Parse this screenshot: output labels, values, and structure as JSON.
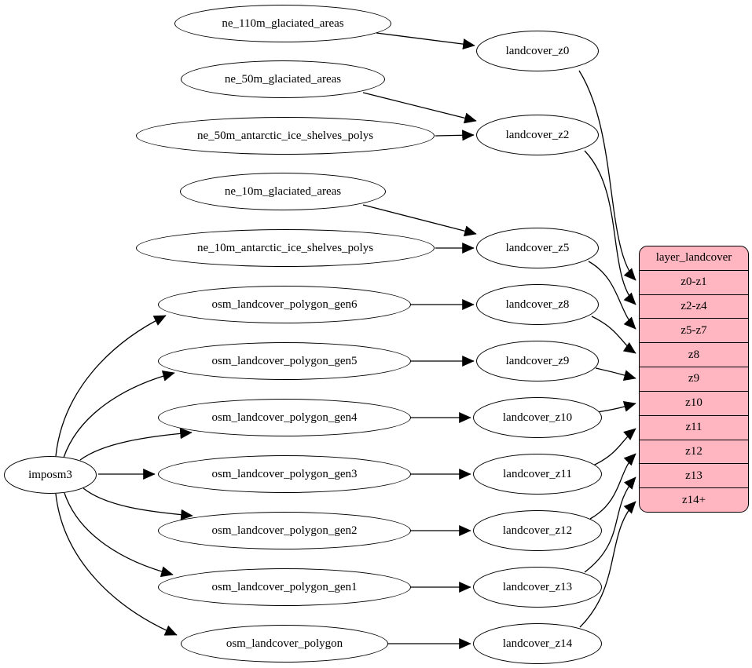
{
  "diagram": {
    "kind": "etl-mapping-graph",
    "colors": {
      "table_fill": "#ffb6c1",
      "node_fill": "#ffffff",
      "stroke": "#000000",
      "background": "#ffffff"
    },
    "importer": "imposm3",
    "sources": [
      "ne_110m_glaciated_areas",
      "ne_50m_glaciated_areas",
      "ne_50m_antarctic_ice_shelves_polys",
      "ne_10m_glaciated_areas",
      "ne_10m_antarctic_ice_shelves_polys",
      "osm_landcover_polygon_gen6",
      "osm_landcover_polygon_gen5",
      "osm_landcover_polygon_gen4",
      "osm_landcover_polygon_gen3",
      "osm_landcover_polygon_gen2",
      "osm_landcover_polygon_gen1",
      "osm_landcover_polygon"
    ],
    "intermediates": [
      "landcover_z0",
      "landcover_z2",
      "landcover_z5",
      "landcover_z8",
      "landcover_z9",
      "landcover_z10",
      "landcover_z11",
      "landcover_z12",
      "landcover_z13",
      "landcover_z14"
    ],
    "layer_table": {
      "title": "layer_landcover",
      "rows": [
        "z0-z1",
        "z2-z4",
        "z5-z7",
        "z8",
        "z9",
        "z10",
        "z11",
        "z12",
        "z13",
        "z14+"
      ]
    },
    "edges": [
      {
        "from": "imposm3",
        "to": "osm_landcover_polygon_gen6"
      },
      {
        "from": "imposm3",
        "to": "osm_landcover_polygon_gen5"
      },
      {
        "from": "imposm3",
        "to": "osm_landcover_polygon_gen4"
      },
      {
        "from": "imposm3",
        "to": "osm_landcover_polygon_gen3"
      },
      {
        "from": "imposm3",
        "to": "osm_landcover_polygon_gen2"
      },
      {
        "from": "imposm3",
        "to": "osm_landcover_polygon_gen1"
      },
      {
        "from": "imposm3",
        "to": "osm_landcover_polygon"
      },
      {
        "from": "ne_110m_glaciated_areas",
        "to": "landcover_z0"
      },
      {
        "from": "ne_50m_glaciated_areas",
        "to": "landcover_z2"
      },
      {
        "from": "ne_50m_antarctic_ice_shelves_polys",
        "to": "landcover_z2"
      },
      {
        "from": "ne_10m_glaciated_areas",
        "to": "landcover_z5"
      },
      {
        "from": "ne_10m_antarctic_ice_shelves_polys",
        "to": "landcover_z5"
      },
      {
        "from": "osm_landcover_polygon_gen6",
        "to": "landcover_z8"
      },
      {
        "from": "osm_landcover_polygon_gen5",
        "to": "landcover_z9"
      },
      {
        "from": "osm_landcover_polygon_gen4",
        "to": "landcover_z10"
      },
      {
        "from": "osm_landcover_polygon_gen3",
        "to": "landcover_z11"
      },
      {
        "from": "osm_landcover_polygon_gen2",
        "to": "landcover_z12"
      },
      {
        "from": "osm_landcover_polygon_gen1",
        "to": "landcover_z13"
      },
      {
        "from": "osm_landcover_polygon",
        "to": "landcover_z14"
      },
      {
        "from": "landcover_z0",
        "to": "layer_landcover.z0-z1"
      },
      {
        "from": "landcover_z2",
        "to": "layer_landcover.z2-z4"
      },
      {
        "from": "landcover_z5",
        "to": "layer_landcover.z5-z7"
      },
      {
        "from": "landcover_z8",
        "to": "layer_landcover.z8"
      },
      {
        "from": "landcover_z9",
        "to": "layer_landcover.z9"
      },
      {
        "from": "landcover_z10",
        "to": "layer_landcover.z10"
      },
      {
        "from": "landcover_z11",
        "to": "layer_landcover.z11"
      },
      {
        "from": "landcover_z12",
        "to": "layer_landcover.z12"
      },
      {
        "from": "landcover_z13",
        "to": "layer_landcover.z13"
      },
      {
        "from": "landcover_z14",
        "to": "layer_landcover.z14+"
      }
    ]
  }
}
